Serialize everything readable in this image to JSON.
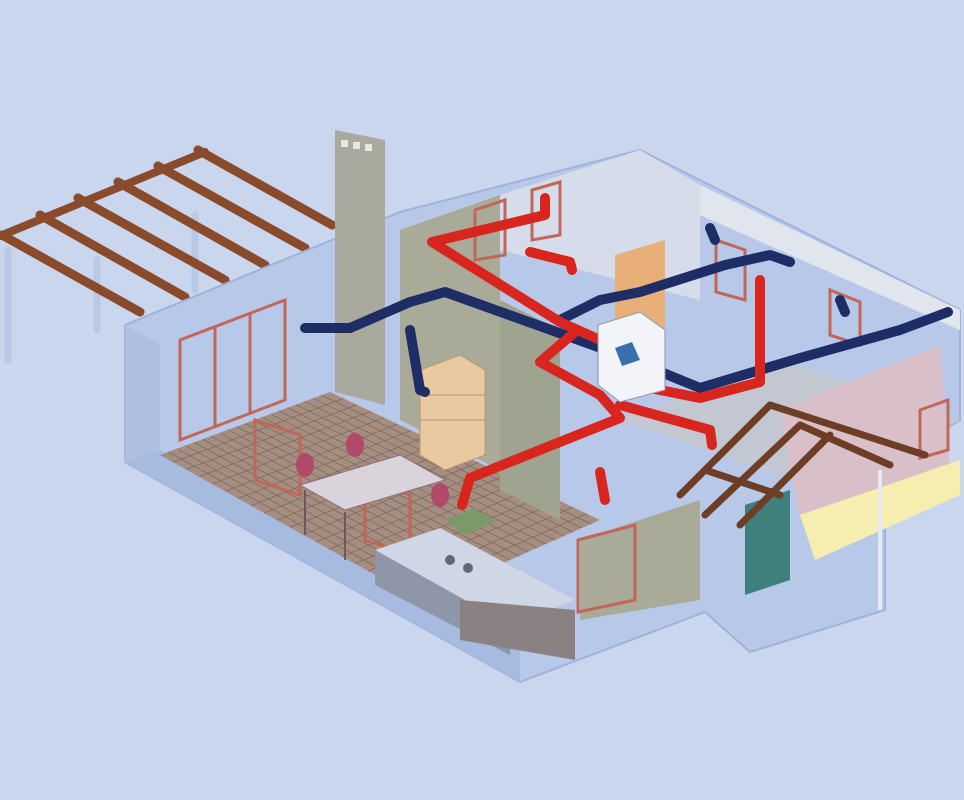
{
  "illustration": {
    "subject": "",
    "colors": {
      "background": "#c9d6ee",
      "supply_duct": "#d8261f",
      "extract_duct": "#1f2d66",
      "timber": "#8a4a2c",
      "glass_wall": "#b3c6e6",
      "floor_tile": "#a58e80",
      "interior_wall": "#a9ab98",
      "heat_recovery_unit": "#f2f4f8",
      "lit_room": "#f6eeb0"
    },
    "icons": [
      "pergola",
      "chimney",
      "supply-duct",
      "extract-duct",
      "heat-recovery-unit",
      "roof-truss",
      "kitchen-counter",
      "shelf",
      "dining-table"
    ]
  }
}
